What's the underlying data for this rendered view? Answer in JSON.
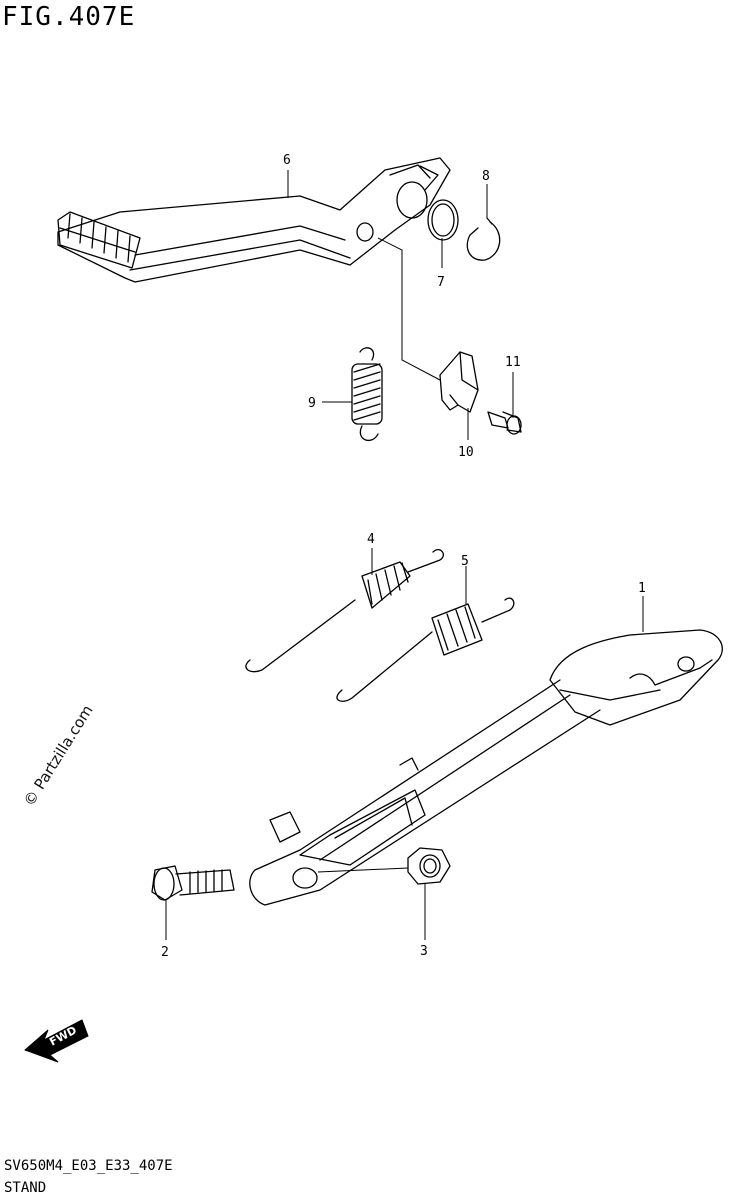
{
  "figure": {
    "title": "FIG.407E",
    "code": "SV650M4_E03_E33_407E",
    "name": "STAND",
    "watermark": "© Partzilla.com",
    "fwd_label": "FWD"
  },
  "callouts": [
    {
      "id": "1",
      "label": "1"
    },
    {
      "id": "2",
      "label": "2"
    },
    {
      "id": "3",
      "label": "3"
    },
    {
      "id": "4",
      "label": "4"
    },
    {
      "id": "5",
      "label": "5"
    },
    {
      "id": "6",
      "label": "6"
    },
    {
      "id": "7",
      "label": "7"
    },
    {
      "id": "8",
      "label": "8"
    },
    {
      "id": "9",
      "label": "9"
    },
    {
      "id": "10",
      "label": "10"
    },
    {
      "id": "11",
      "label": "11"
    }
  ]
}
